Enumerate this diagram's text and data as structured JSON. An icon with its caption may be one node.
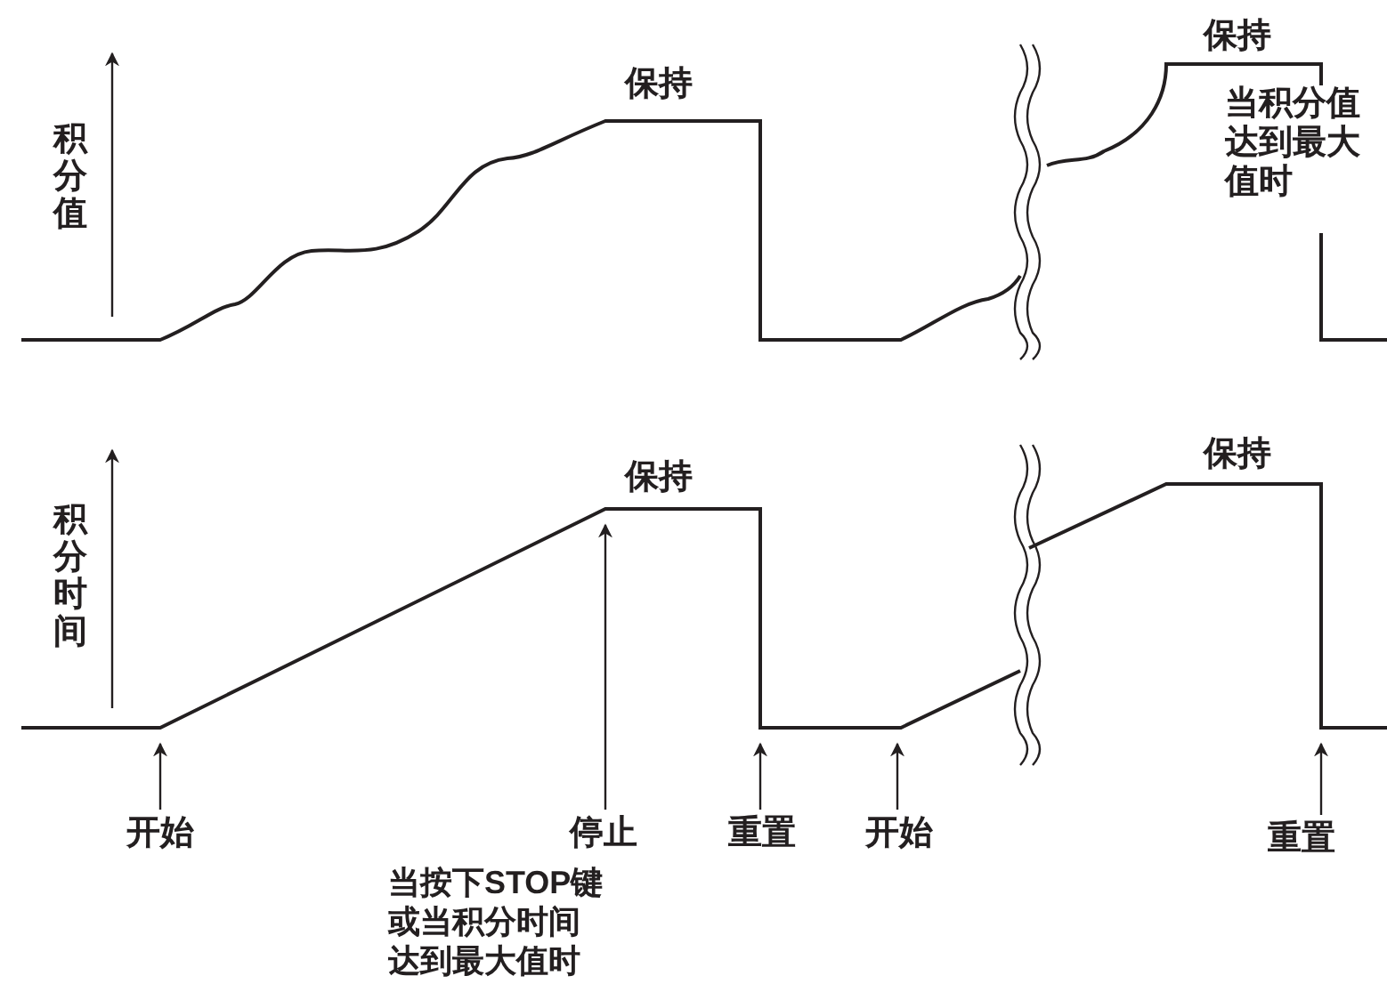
{
  "diagram": {
    "nodes": [
      {
        "text": [
          "开始"
        ]
      },
      {
        "text": [
          "停止",
          "当按下STOP键或当积分时间达到最大值时"
        ]
      },
      {
        "text": [
          "重置"
        ]
      },
      {
        "text": [
          "开始"
        ]
      },
      {
        "text": [
          "重置"
        ]
      }
    ],
    "edges": [
      {
        "from": 0,
        "to": null,
        "arrow": "to"
      },
      {
        "from": 1,
        "to": null,
        "arrow": "to"
      },
      {
        "from": 2,
        "to": null,
        "arrow": "to"
      },
      {
        "from": 3,
        "to": null,
        "arrow": "to"
      },
      {
        "from": 4,
        "to": null,
        "arrow": "to"
      }
    ],
    "labels": [
      "保持",
      "保持",
      "积分值",
      "当积分值达到最大值时",
      "保持",
      "积分时间",
      "保持"
    ]
  }
}
